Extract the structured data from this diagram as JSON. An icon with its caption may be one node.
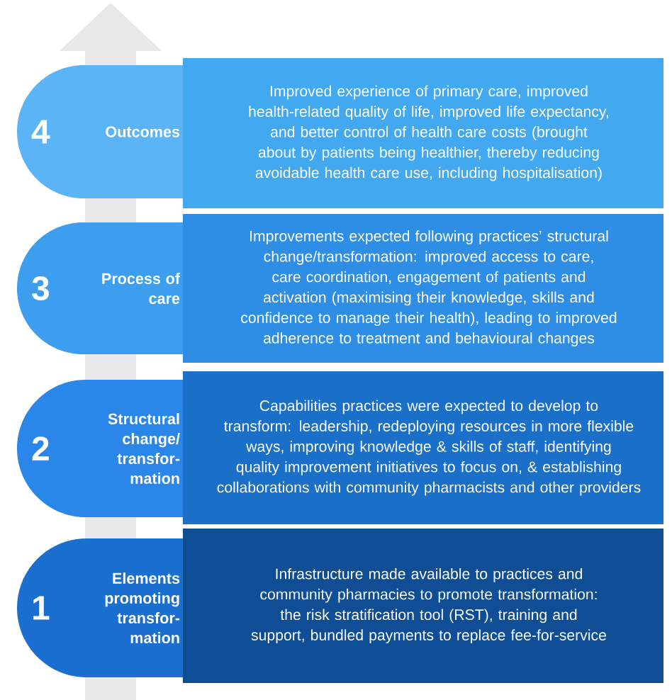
{
  "diagram": {
    "nodes": [
      {
        "text": [
          "4",
          "Outcomes"
        ]
      },
      {
        "text": [
          "Improved experience of primary care, improved health-related quality of life, improved life expectancy, and better control of health care costs (brought about by patients being healthier, thereby reducing avoidable health care use, including hospitalisation)"
        ]
      },
      {
        "text": [
          "3",
          "Process of care"
        ]
      },
      {
        "text": [
          "Improvements expected following practices’ structural change/transformation: improved access to care, care coordination, engagement of patients and activation (maximising their knowledge, skills and confidence to manage their health), leading to improved adherence to treatment and behavioural changes"
        ]
      },
      {
        "text": [
          "2",
          "Structural change/ transfor-mation"
        ]
      },
      {
        "text": [
          "Capabilities practices were expected to develop to transform: leadership, redeploying resources in more flexible ways, improving knowledge & skills of staff, identifying quality improvement initiatives to focus on, & establishing collaborations with community pharmacists and other providers"
        ]
      },
      {
        "text": [
          "1",
          "Elements promoting transfor-mation"
        ]
      },
      {
        "text": [
          "Infrastructure made available to practices and community pharmacies to promote transformation: the risk stratification tool (RST), training and support, bundled payments to replace fee-for-service"
        ]
      }
    ]
  }
}
